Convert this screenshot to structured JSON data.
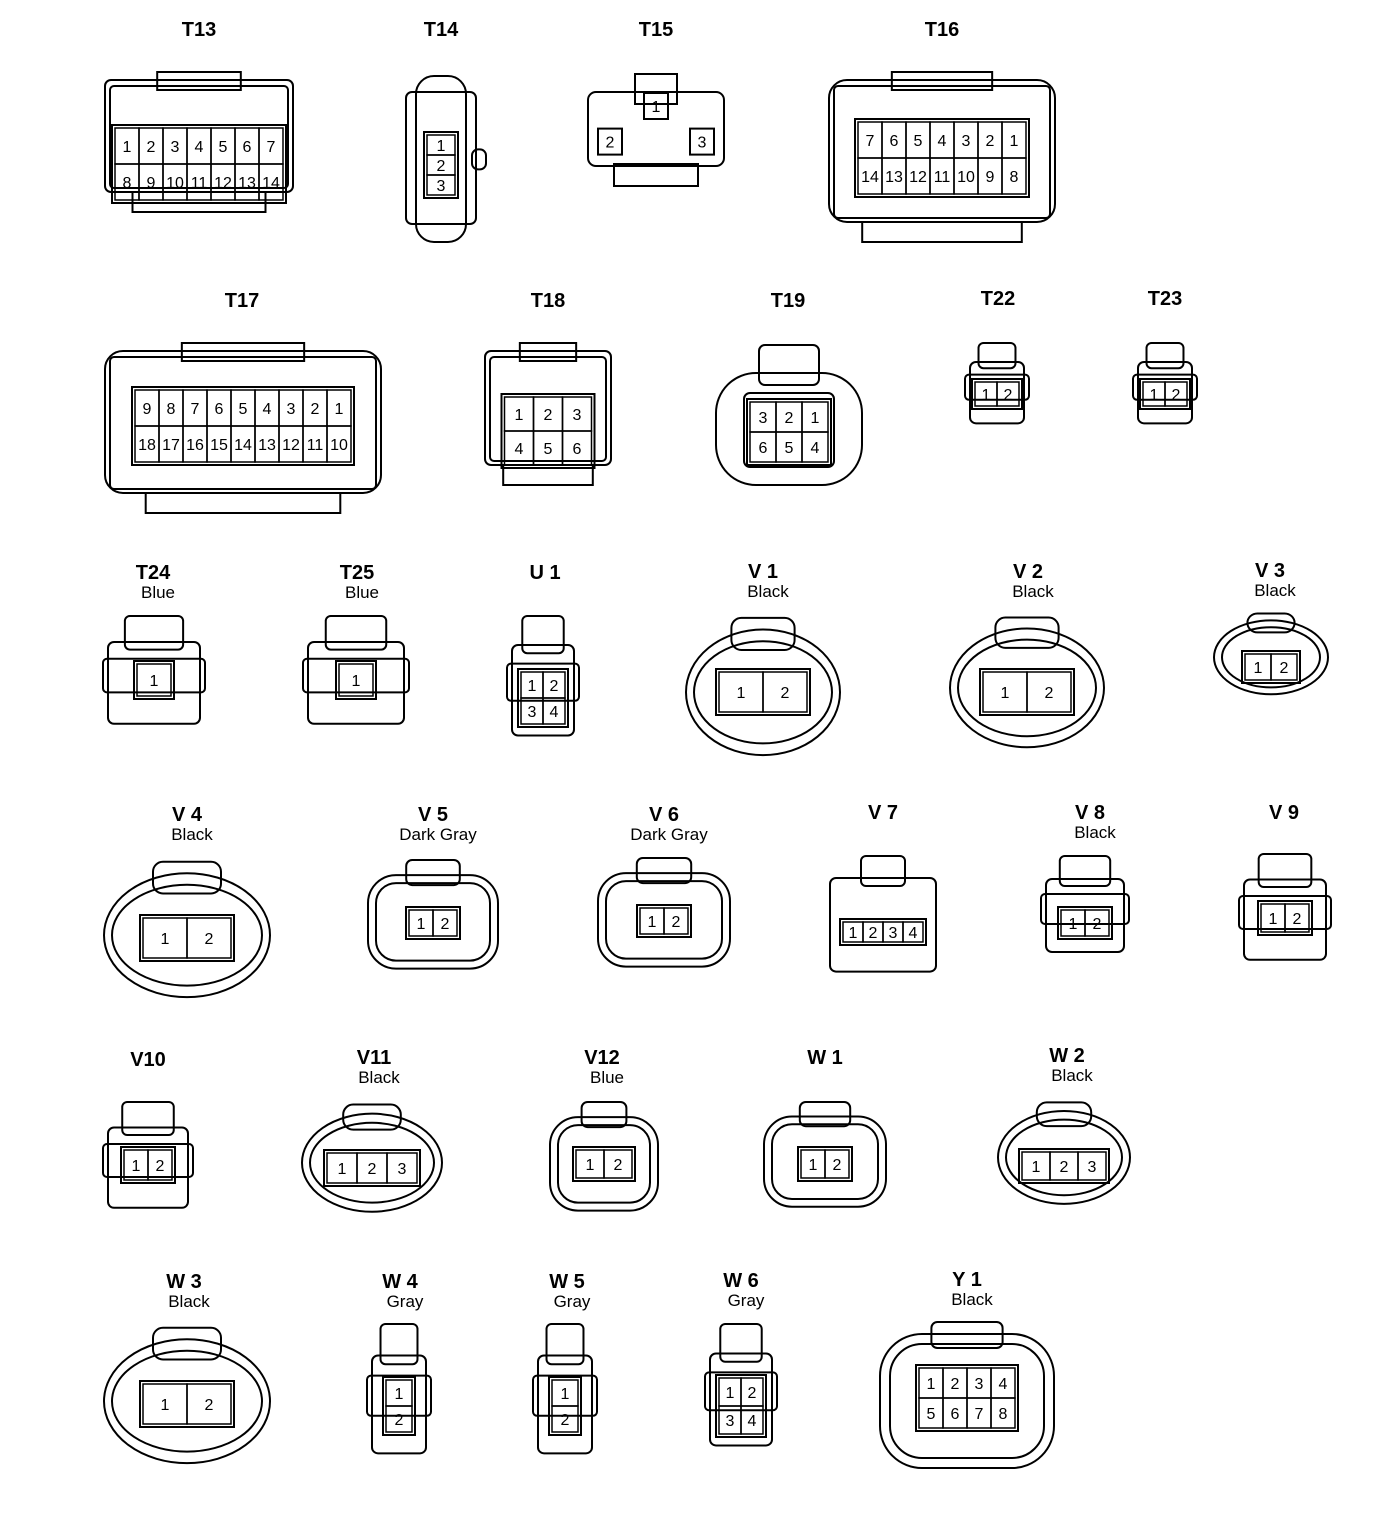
{
  "connectors": [
    {
      "id": "T13",
      "color": "",
      "pins": [
        "1",
        "2",
        "3",
        "4",
        "5",
        "6",
        "7",
        "8",
        "9",
        "10",
        "11",
        "12",
        "13",
        "14"
      ]
    },
    {
      "id": "T14",
      "color": "",
      "pins": [
        "1",
        "2",
        "3"
      ]
    },
    {
      "id": "T15",
      "color": "",
      "pins": [
        "1",
        "2",
        "3"
      ]
    },
    {
      "id": "T16",
      "color": "",
      "pins": [
        "7",
        "6",
        "5",
        "4",
        "3",
        "2",
        "1",
        "14",
        "13",
        "12",
        "11",
        "10",
        "9",
        "8"
      ]
    },
    {
      "id": "T17",
      "color": "",
      "pins": [
        "9",
        "8",
        "7",
        "6",
        "5",
        "4",
        "3",
        "2",
        "1",
        "18",
        "17",
        "16",
        "15",
        "14",
        "13",
        "12",
        "11",
        "10"
      ]
    },
    {
      "id": "T18",
      "color": "",
      "pins": [
        "1",
        "2",
        "3",
        "4",
        "5",
        "6"
      ]
    },
    {
      "id": "T19",
      "color": "",
      "pins": [
        "3",
        "2",
        "1",
        "6",
        "5",
        "4"
      ]
    },
    {
      "id": "T22",
      "color": "",
      "pins": [
        "1",
        "2"
      ]
    },
    {
      "id": "T23",
      "color": "",
      "pins": [
        "1",
        "2"
      ]
    },
    {
      "id": "T24",
      "color": "Blue",
      "pins": [
        "1"
      ]
    },
    {
      "id": "T25",
      "color": "Blue",
      "pins": [
        "1"
      ]
    },
    {
      "id": "U 1",
      "color": "",
      "pins": [
        "1",
        "2",
        "3",
        "4"
      ]
    },
    {
      "id": "V 1",
      "color": "Black",
      "pins": [
        "1",
        "2"
      ]
    },
    {
      "id": "V 2",
      "color": "Black",
      "pins": [
        "1",
        "2"
      ]
    },
    {
      "id": "V 3",
      "color": "Black",
      "pins": [
        "1",
        "2"
      ]
    },
    {
      "id": "V 4",
      "color": "Black",
      "pins": [
        "1",
        "2"
      ]
    },
    {
      "id": "V 5",
      "color": "Dark Gray",
      "pins": [
        "1",
        "2"
      ]
    },
    {
      "id": "V 6",
      "color": "Dark Gray",
      "pins": [
        "1",
        "2"
      ]
    },
    {
      "id": "V 7",
      "color": "",
      "pins": [
        "1",
        "2",
        "3",
        "4"
      ]
    },
    {
      "id": "V 8",
      "color": "Black",
      "pins": [
        "1",
        "2"
      ]
    },
    {
      "id": "V 9",
      "color": "",
      "pins": [
        "1",
        "2"
      ]
    },
    {
      "id": "V10",
      "color": "",
      "pins": [
        "1",
        "2"
      ]
    },
    {
      "id": "V11",
      "color": "Black",
      "pins": [
        "1",
        "2",
        "3"
      ]
    },
    {
      "id": "V12",
      "color": "Blue",
      "pins": [
        "1",
        "2"
      ]
    },
    {
      "id": "W 1",
      "color": "",
      "pins": [
        "1",
        "2"
      ]
    },
    {
      "id": "W 2",
      "color": "Black",
      "pins": [
        "1",
        "2",
        "3"
      ]
    },
    {
      "id": "W 3",
      "color": "Black",
      "pins": [
        "1",
        "2"
      ]
    },
    {
      "id": "W 4",
      "color": "Gray",
      "pins": [
        "1",
        "2"
      ]
    },
    {
      "id": "W 5",
      "color": "Gray",
      "pins": [
        "1",
        "2"
      ]
    },
    {
      "id": "W 6",
      "color": "Gray",
      "pins": [
        "1",
        "2",
        "3",
        "4"
      ]
    },
    {
      "id": "Y 1",
      "color": "Black",
      "pins": [
        "1",
        "2",
        "3",
        "4",
        "5",
        "6",
        "7",
        "8"
      ]
    }
  ]
}
